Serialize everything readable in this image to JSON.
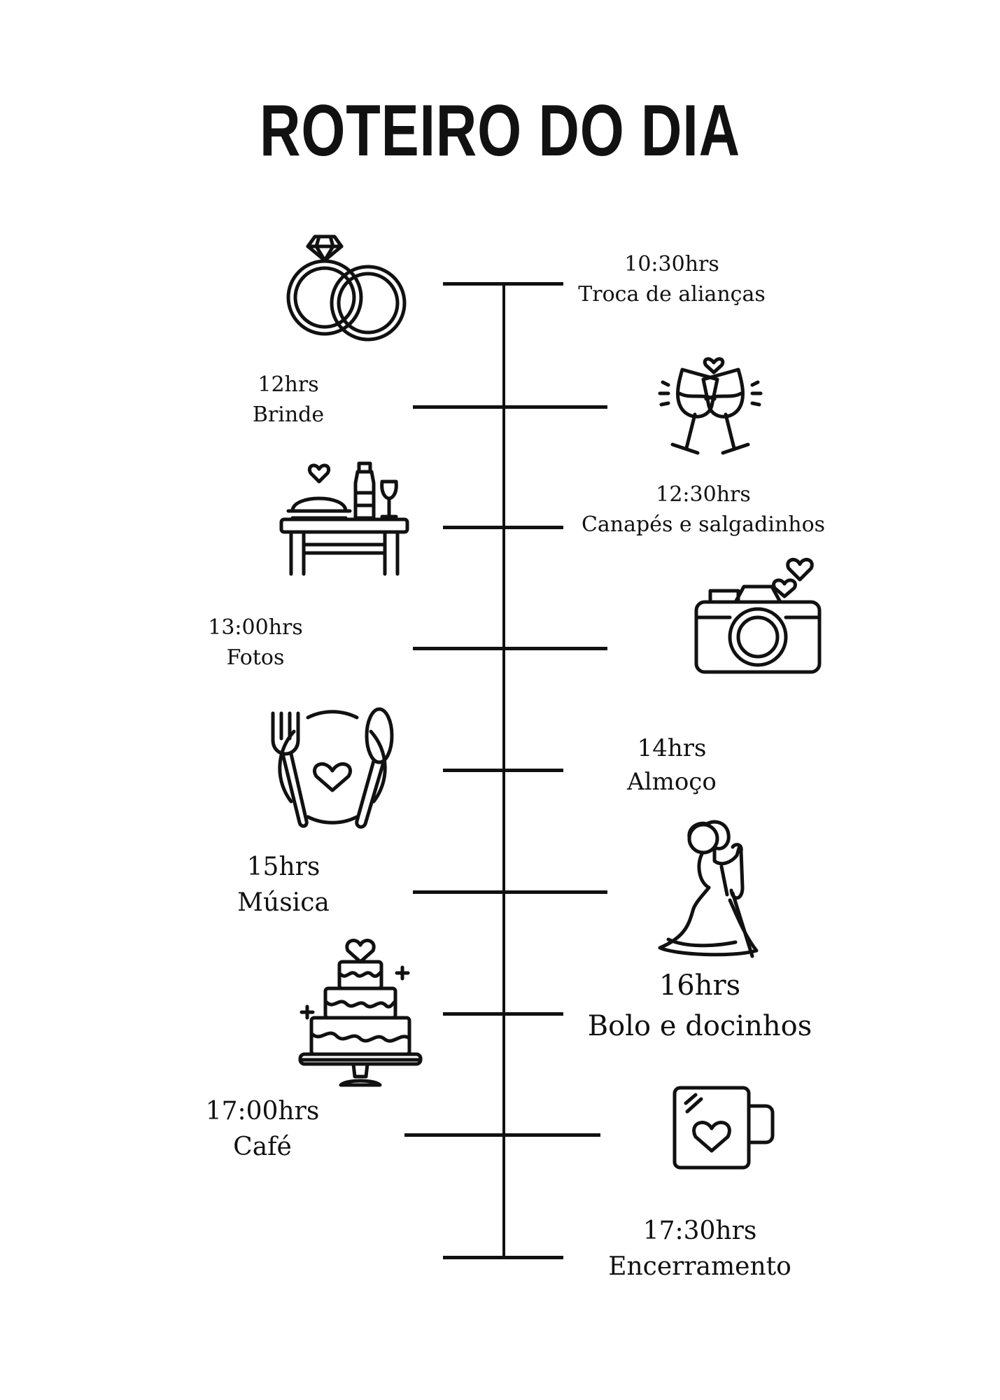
{
  "title": "ROTEIRO DO DIA",
  "events": [
    {
      "time": "10:30hrs",
      "name": "Troca de alianças",
      "icon": "rings-icon"
    },
    {
      "time": "12hrs",
      "name": "Brinde",
      "icon": "toast-glasses-icon"
    },
    {
      "time": "12:30hrs",
      "name": "Canapés e salgadinhos",
      "icon": "buffet-table-icon"
    },
    {
      "time": "13:00hrs",
      "name": "Fotos",
      "icon": "camera-icon"
    },
    {
      "time": "14hrs",
      "name": "Almoço",
      "icon": "plate-cutlery-icon"
    },
    {
      "time": "15hrs",
      "name": "Música",
      "icon": "dancing-couple-icon"
    },
    {
      "time": "16hrs",
      "name": "Bolo e docinhos",
      "icon": "wedding-cake-icon"
    },
    {
      "time": "17:00hrs",
      "name": "Café",
      "icon": "coffee-mug-icon"
    },
    {
      "time": "17:30hrs",
      "name": "Encerramento"
    }
  ]
}
